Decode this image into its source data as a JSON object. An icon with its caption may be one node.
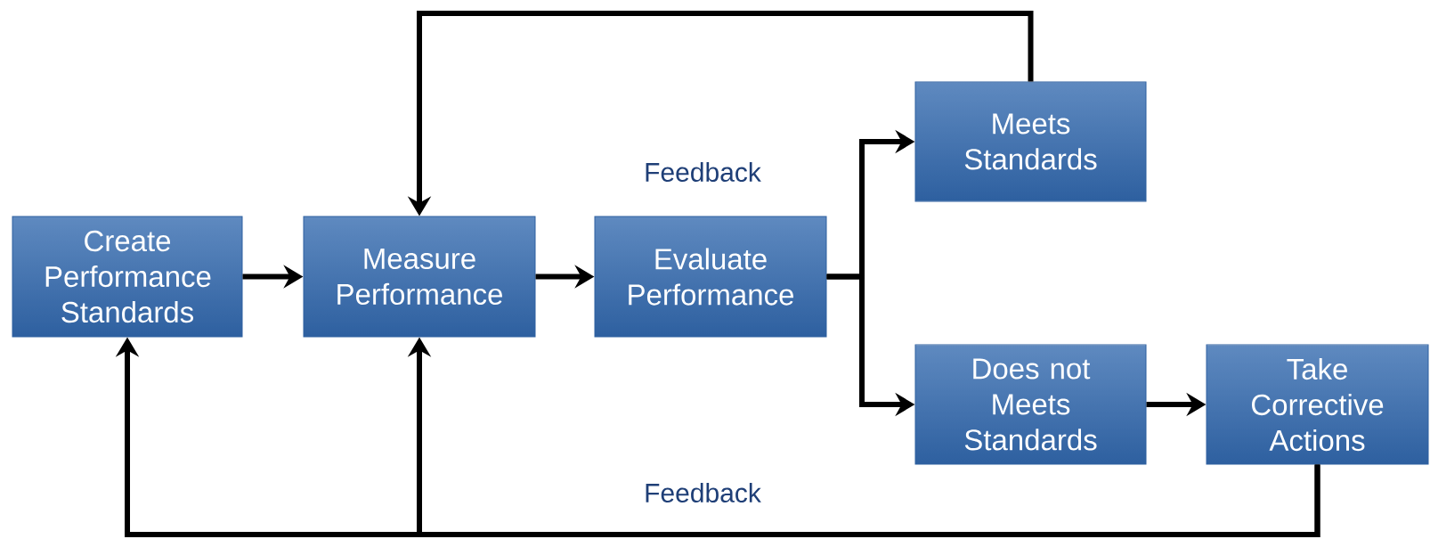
{
  "diagram": {
    "nodes": [
      {
        "text": [
          "Create Performance Standards"
        ]
      },
      {
        "text": [
          "Measure Performance"
        ]
      },
      {
        "text": [
          "Evaluate Performance"
        ]
      },
      {
        "text": [
          "Meets Standards"
        ]
      },
      {
        "text": [
          "Does not Meets Standards"
        ]
      },
      {
        "text": [
          "Take Corrective Actions"
        ]
      }
    ],
    "edges": [
      {
        "from": 0,
        "to": 1,
        "arrow": "to"
      },
      {
        "from": 1,
        "to": 2,
        "arrow": "to"
      },
      {
        "from": 2,
        "to": 3,
        "arrow": "to"
      },
      {
        "from": 2,
        "to": 4,
        "arrow": "to"
      },
      {
        "from": 4,
        "to": 5,
        "arrow": "to"
      },
      {
        "from": 3,
        "to": 1,
        "arrow": "to"
      },
      {
        "from": 5,
        "to": 0,
        "arrow": "to"
      },
      {
        "from": 5,
        "to": 1,
        "arrow": "to"
      }
    ],
    "labels": [
      "Feedback",
      "Feedback"
    ]
  }
}
